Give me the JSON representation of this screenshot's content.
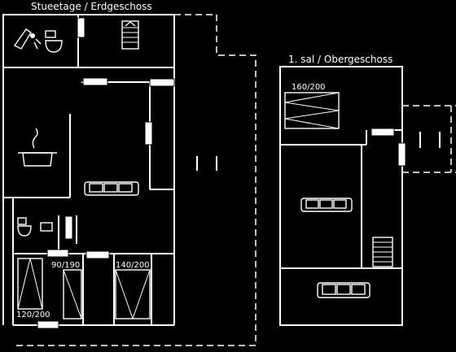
{
  "floors": {
    "ground": {
      "title": "Stueetage / Erdgeschoss"
    },
    "upper": {
      "title": "1. sal / Obergeschoss"
    }
  },
  "rooms": {
    "upper_bedroom": {
      "bed_size": "160/200"
    },
    "bedroom_a": {
      "bed_size": "90/190"
    },
    "bedroom_b": {
      "bed_size": "140/200"
    },
    "bedroom_c": {
      "bed_size": "120/200"
    }
  }
}
